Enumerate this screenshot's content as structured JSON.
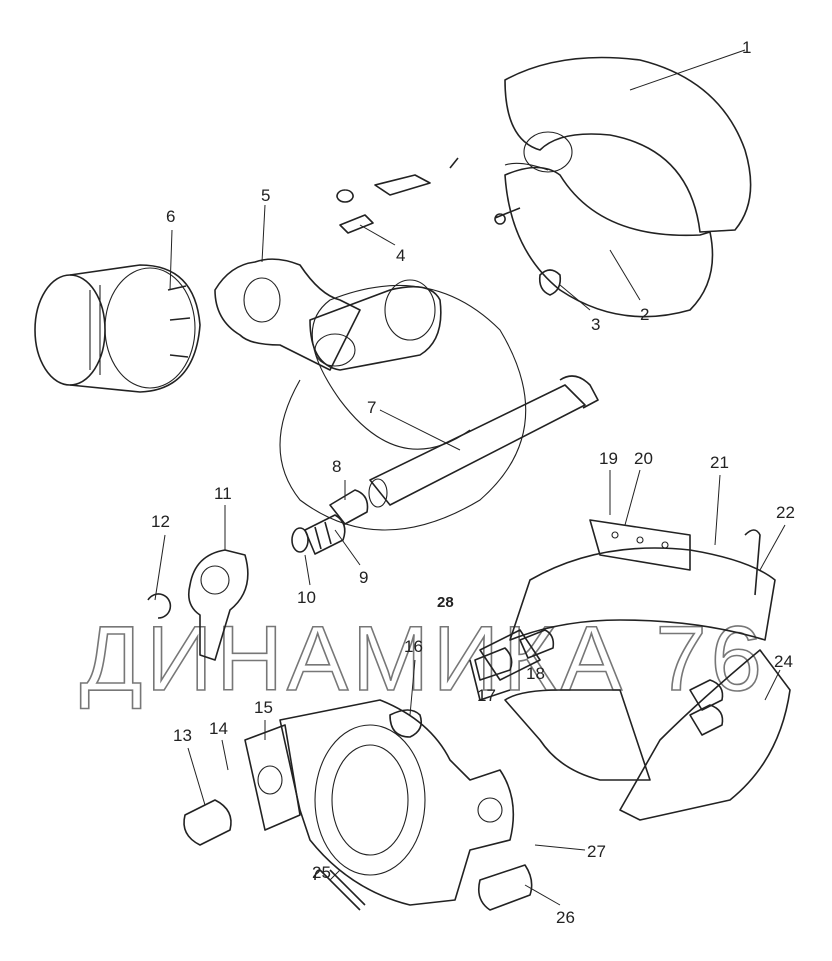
{
  "diagram": {
    "callouts": [
      {
        "id": "1",
        "label": "1"
      },
      {
        "id": "2",
        "label": "2"
      },
      {
        "id": "3",
        "label": "3"
      },
      {
        "id": "4",
        "label": "4"
      },
      {
        "id": "5",
        "label": "5"
      },
      {
        "id": "6",
        "label": "6"
      },
      {
        "id": "7",
        "label": "7"
      },
      {
        "id": "8",
        "label": "8"
      },
      {
        "id": "9",
        "label": "9"
      },
      {
        "id": "10",
        "label": "10"
      },
      {
        "id": "11",
        "label": "11"
      },
      {
        "id": "12",
        "label": "12"
      },
      {
        "id": "13",
        "label": "13"
      },
      {
        "id": "14",
        "label": "14"
      },
      {
        "id": "15",
        "label": "15"
      },
      {
        "id": "16",
        "label": "16"
      },
      {
        "id": "17",
        "label": "17"
      },
      {
        "id": "18",
        "label": "18"
      },
      {
        "id": "19",
        "label": "19"
      },
      {
        "id": "20",
        "label": "20"
      },
      {
        "id": "21",
        "label": "21"
      },
      {
        "id": "22",
        "label": "22"
      },
      {
        "id": "24",
        "label": "24"
      },
      {
        "id": "25",
        "label": "25"
      },
      {
        "id": "26",
        "label": "26"
      },
      {
        "id": "27",
        "label": "27"
      },
      {
        "id": "28",
        "label": "28"
      }
    ],
    "watermark": "ДИНАМИКА 76"
  }
}
